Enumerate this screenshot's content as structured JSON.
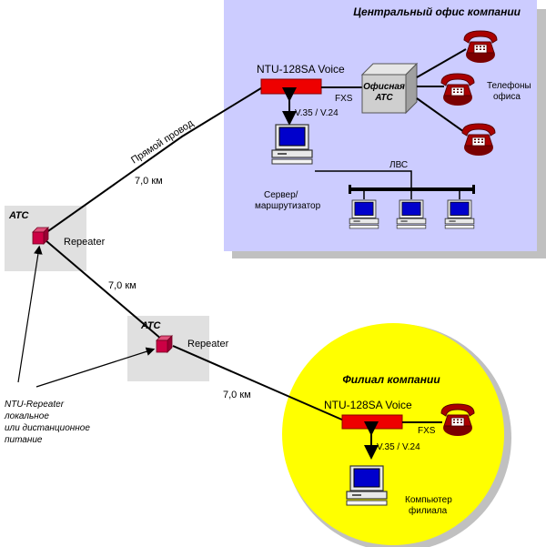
{
  "central_office": {
    "title": "Центральный офис компании",
    "device_label": "NTU-128SA Voice",
    "fxs_label": "FXS",
    "interface_label": "V.35 / V.24",
    "pbx_label_line1": "Офисная",
    "pbx_label_line2": "АТС",
    "phones_label_line1": "Телефоны",
    "phones_label_line2": "офиса",
    "lan_label": "ЛВС",
    "server_label_line1": "Сервер/",
    "server_label_line2": "маршрутизатор"
  },
  "links": {
    "direct_wire_label": "Прямой провод",
    "distance_1": "7,0 км",
    "distance_2": "7,0 км",
    "distance_3": "7,0 км"
  },
  "exchange_1": {
    "label": "АТС",
    "repeater_label": "Repeater"
  },
  "exchange_2": {
    "label": "АТС",
    "repeater_label": "Repeater"
  },
  "branch": {
    "title": "Филиал компании",
    "device_label": "NTU-128SA Voice",
    "fxs_label": "FXS",
    "interface_label": "V.35 / V.24",
    "computer_label_line1": "Компьютер",
    "computer_label_line2": "филиала"
  },
  "power_note": {
    "line1": "NTU-Repeater",
    "line2": "локальное",
    "line3": "или дистанционное",
    "line4": "питание"
  },
  "colors": {
    "office_bg": "#ccccff",
    "office_shadow": "#c0c0c0",
    "branch_bg": "#ffff00",
    "exchange_bg": "#e0e0e0",
    "ntu_device": "#ee0000",
    "repeater": "#cc0044",
    "phone": "#aa0000"
  }
}
